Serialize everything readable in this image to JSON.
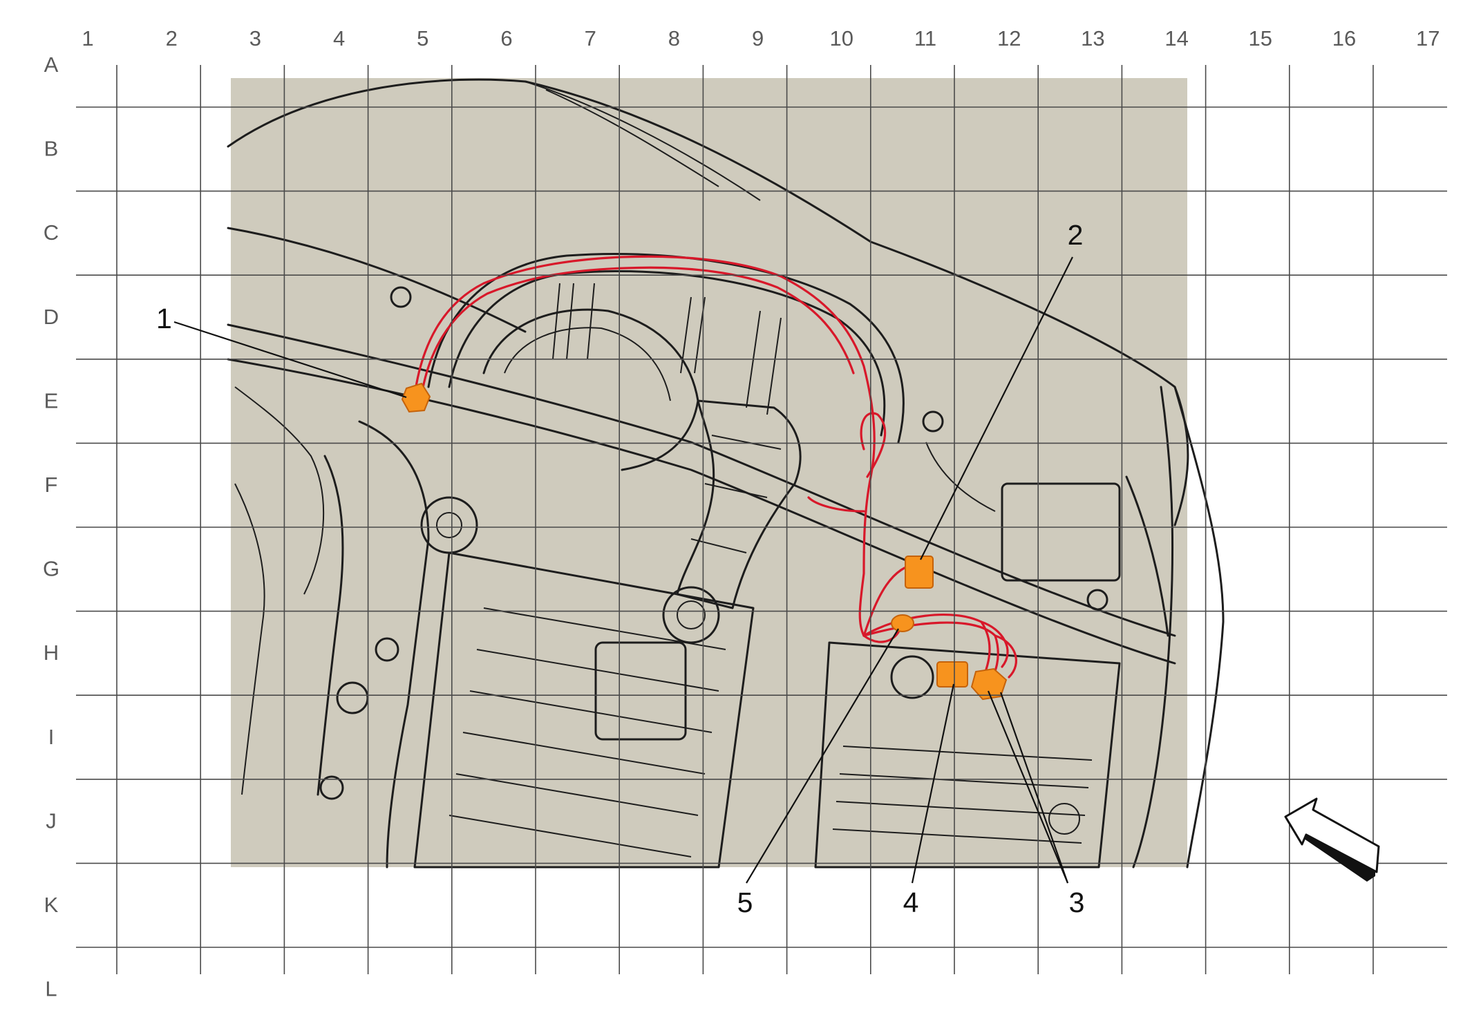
{
  "diagram": {
    "columns": [
      "1",
      "2",
      "3",
      "4",
      "5",
      "6",
      "7",
      "8",
      "9",
      "10",
      "11",
      "12",
      "13",
      "14",
      "15",
      "16",
      "17"
    ],
    "rows": [
      "A",
      "B",
      "C",
      "D",
      "E",
      "F",
      "G",
      "H",
      "I",
      "J",
      "K",
      "L"
    ],
    "callouts": [
      {
        "id": "1",
        "label": "1"
      },
      {
        "id": "2",
        "label": "2"
      },
      {
        "id": "3",
        "label": "3"
      },
      {
        "id": "4",
        "label": "4"
      },
      {
        "id": "5",
        "label": "5"
      }
    ],
    "colors": {
      "background_panel": "#cfcbbd",
      "harness": "#d8182a",
      "connector": "#f7931e",
      "grid": "#4a4a4a",
      "label": "#5a5a5a"
    },
    "icons": {
      "view_direction": "arrow-up-left-icon"
    }
  }
}
